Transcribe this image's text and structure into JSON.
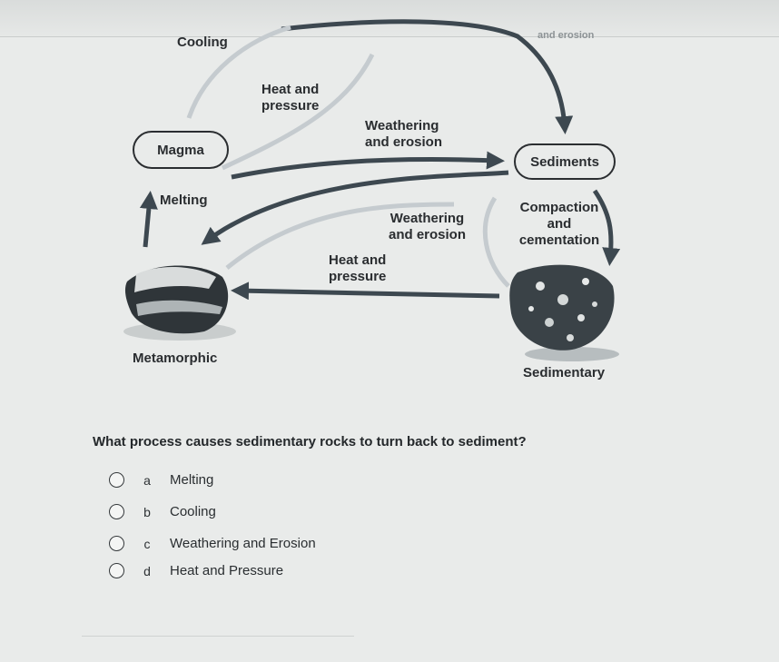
{
  "diagram": {
    "labels": {
      "cooling": "Cooling",
      "heat_pressure_top": "Heat and\npressure",
      "weathering_top": "Weathering\nand erosion",
      "partial_top_right": "and erosion",
      "magma": "Magma",
      "sediments": "Sediments",
      "melting": "Melting",
      "weathering_mid": "Weathering\nand erosion",
      "compaction": "Compaction\nand\ncementation",
      "heat_pressure_mid": "Heat and\npressure",
      "metamorphic": "Metamorphic",
      "sedimentary": "Sedimentary"
    },
    "colors": {
      "arrow": "#3d4850",
      "faded_arrow": "#c5cbcf",
      "rock_dark": "#2f3539",
      "rock_light": "#d9dcdc"
    }
  },
  "question": {
    "text": "What process causes sedimentary rocks to turn back to sediment?",
    "options": [
      {
        "letter": "a",
        "text": "Melting"
      },
      {
        "letter": "b",
        "text": "Cooling"
      },
      {
        "letter": "c",
        "text": "Weathering and Erosion"
      },
      {
        "letter": "d",
        "text": "Heat and Pressure"
      }
    ]
  }
}
